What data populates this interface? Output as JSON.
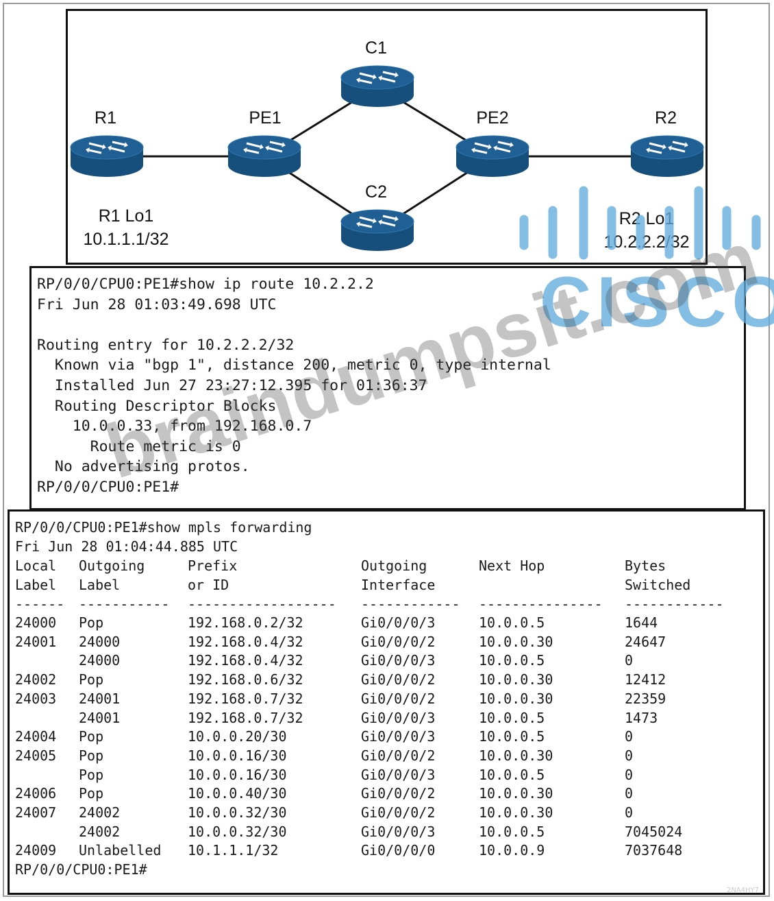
{
  "topology": {
    "nodes": [
      {
        "id": "R1",
        "label": "R1"
      },
      {
        "id": "PE1",
        "label": "PE1"
      },
      {
        "id": "C1",
        "label": "C1"
      },
      {
        "id": "C2",
        "label": "C2"
      },
      {
        "id": "PE2",
        "label": "PE2"
      },
      {
        "id": "R2",
        "label": "R2"
      }
    ],
    "links": [
      [
        "R1",
        "PE1"
      ],
      [
        "PE1",
        "C1"
      ],
      [
        "PE1",
        "C2"
      ],
      [
        "C1",
        "PE2"
      ],
      [
        "C2",
        "PE2"
      ],
      [
        "PE2",
        "R2"
      ]
    ],
    "r1_loopback": {
      "name": "R1 Lo1",
      "address": "10.1.1.1/32"
    },
    "r2_loopback": {
      "name": "R2 Lo1",
      "address": "10.2.2.2/32"
    },
    "router_icon": "router-icon",
    "router_color": "#1f5f94"
  },
  "route_output": {
    "lines": [
      "RP/0/0/CPU0:PE1#show ip route 10.2.2.2",
      "Fri Jun 28 01:03:49.698 UTC",
      "",
      "Routing entry for 10.2.2.2/32",
      "  Known via \"bgp 1\", distance 200, metric 0, type internal",
      "  Installed Jun 27 23:27:12.395 for 01:36:37",
      "  Routing Descriptor Blocks",
      "    10.0.0.33, from 192.168.0.7",
      "      Route metric is 0",
      "  No advertising protos.",
      "RP/0/0/CPU0:PE1#"
    ]
  },
  "mpls_output": {
    "command": "RP/0/0/CPU0:PE1#show mpls forwarding",
    "timestamp": "Fri Jun 28 01:04:44.885 UTC",
    "headers": [
      [
        "Local",
        "Label"
      ],
      [
        "Outgoing",
        "Label"
      ],
      [
        "Prefix",
        "or ID"
      ],
      [
        "Outgoing",
        "Interface"
      ],
      [
        "Next Hop",
        ""
      ],
      [
        "Bytes",
        "Switched"
      ]
    ],
    "separators": [
      "------",
      "-----------",
      "------------------",
      "------------",
      "---------------",
      "------------"
    ],
    "rows": [
      [
        "24000",
        "Pop",
        "192.168.0.2/32",
        "Gi0/0/0/3",
        "10.0.0.5",
        "1644"
      ],
      [
        "24001",
        "24000",
        "192.168.0.4/32",
        "Gi0/0/0/2",
        "10.0.0.30",
        "24647"
      ],
      [
        "",
        "24000",
        "192.168.0.4/32",
        "Gi0/0/0/3",
        "10.0.0.5",
        "0"
      ],
      [
        "24002",
        "Pop",
        "192.168.0.6/32",
        "Gi0/0/0/2",
        "10.0.0.30",
        "12412"
      ],
      [
        "24003",
        "24001",
        "192.168.0.7/32",
        "Gi0/0/0/2",
        "10.0.0.30",
        "22359"
      ],
      [
        "",
        "24001",
        "192.168.0.7/32",
        "Gi0/0/0/3",
        "10.0.0.5",
        "1473"
      ],
      [
        "24004",
        "Pop",
        "10.0.0.20/30",
        "Gi0/0/0/3",
        "10.0.0.5",
        "0"
      ],
      [
        "24005",
        "Pop",
        "10.0.0.16/30",
        "Gi0/0/0/2",
        "10.0.0.30",
        "0"
      ],
      [
        "",
        "Pop",
        "10.0.0.16/30",
        "Gi0/0/0/3",
        "10.0.0.5",
        "0"
      ],
      [
        "24006",
        "Pop",
        "10.0.0.40/30",
        "Gi0/0/0/2",
        "10.0.0.30",
        "0"
      ],
      [
        "24007",
        "24002",
        "10.0.0.32/30",
        "Gi0/0/0/2",
        "10.0.0.30",
        "0"
      ],
      [
        "",
        "24002",
        "10.0.0.32/30",
        "Gi0/0/0/3",
        "10.0.0.5",
        "7045024"
      ],
      [
        "24009",
        "Unlabelled",
        "10.1.1.1/32",
        "Gi0/0/0/0",
        "10.0.0.9",
        "7037648"
      ]
    ],
    "prompt": "RP/0/0/CPU0:PE1#"
  },
  "watermark": {
    "site": "braindumpsit.com",
    "brand": "CISCO",
    "brand_color": "#62acde",
    "code": "2NA4HY7"
  }
}
